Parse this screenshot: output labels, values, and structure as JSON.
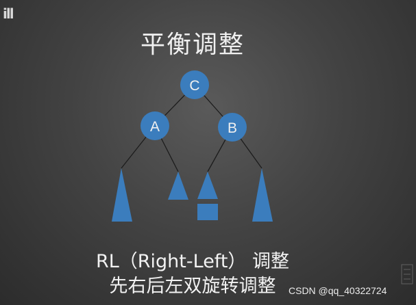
{
  "title": "平衡调整",
  "logo_text": "ill",
  "nodes": {
    "c": "C",
    "a": "A",
    "b": "B"
  },
  "caption": {
    "line1": "RL（Right-Left） 调整",
    "line2": "先右后左双旋转调整"
  },
  "watermark": "CSDN @qq_40322724",
  "colors": {
    "node_fill": "#3b7dbd",
    "subtree_fill": "#3b7dbd",
    "edge": "#1a1a1a",
    "text": "#f0f0f0"
  }
}
